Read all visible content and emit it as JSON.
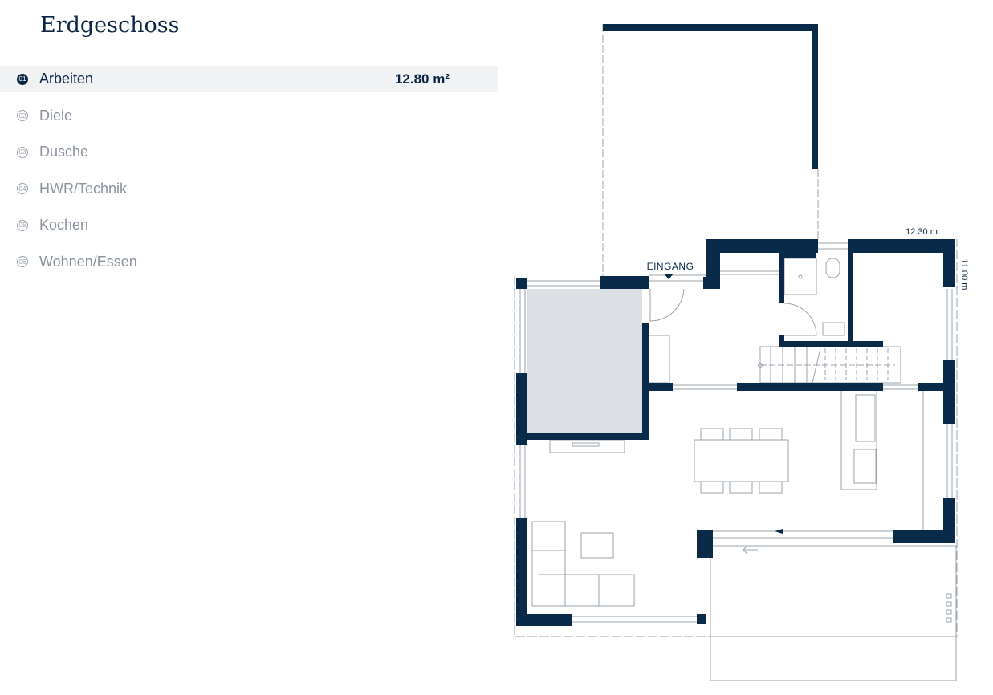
{
  "title": "Erdgeschoss",
  "rooms": [
    {
      "num": "01",
      "name": "Arbeiten",
      "area": "12.80 m²",
      "active": true
    },
    {
      "num": "02",
      "name": "Diele"
    },
    {
      "num": "03",
      "name": "Dusche"
    },
    {
      "num": "04",
      "name": "HWR/Technik"
    },
    {
      "num": "05",
      "name": "Kochen"
    },
    {
      "num": "06",
      "name": "Wohnen/Essen"
    }
  ],
  "plan": {
    "entrance_label": "EINGANG",
    "width_label": "12.30 m",
    "depth_label": "11.00 m",
    "wall_color": "#0a2a4a",
    "highlight_color": "#dcdfe3"
  }
}
